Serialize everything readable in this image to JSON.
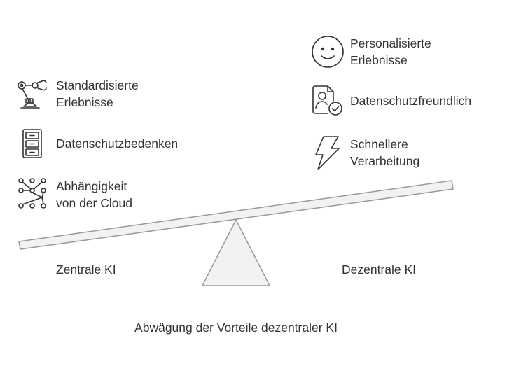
{
  "left": {
    "title": "Zentrale KI",
    "items": [
      {
        "label": "Standardisierte\nErlebnisse",
        "icon": "robot-arm-icon"
      },
      {
        "label": "Datenschutzbedenken",
        "icon": "filing-cabinet-icon"
      },
      {
        "label": "Abhängigkeit\nvon der Cloud",
        "icon": "network-nodes-icon"
      }
    ]
  },
  "right": {
    "title": "Dezentrale KI",
    "items": [
      {
        "label": "Personalisierte\nErlebnisse",
        "icon": "smiley-icon"
      },
      {
        "label": "Datenschutzfreundlich",
        "icon": "user-document-check-icon"
      },
      {
        "label": "Schnellere\nVerarbeitung",
        "icon": "lightning-icon"
      }
    ]
  },
  "caption": "Abwägung der Vorteile dezentraler KI",
  "colors": {
    "stroke": "#333333",
    "beam_fill": "#f2f2f2",
    "beam_stroke": "#999999"
  }
}
